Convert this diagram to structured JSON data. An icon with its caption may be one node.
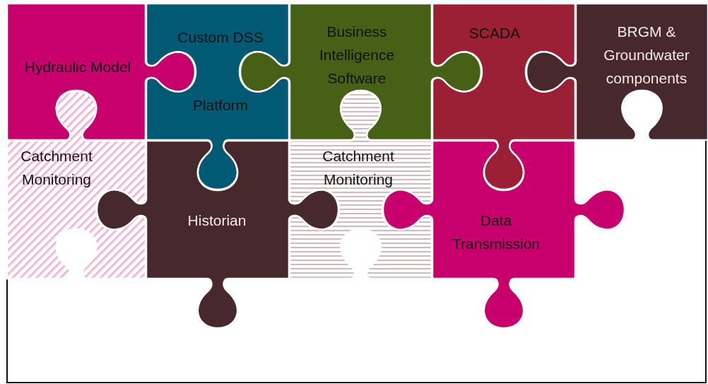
{
  "diagram": {
    "nodes": [
      {
        "text": [
          "Hydraulic Model"
        ]
      },
      {
        "text": [
          "Custom DSS Platform"
        ]
      },
      {
        "text": [
          "Business Intelligence Software"
        ]
      },
      {
        "text": [
          "SCADA"
        ]
      },
      {
        "text": [
          "BRGM & Groundwater components"
        ]
      },
      {
        "text": [
          "Catchment Monitoring"
        ]
      },
      {
        "text": [
          "Historian"
        ]
      },
      {
        "text": [
          "Catchment Monitoring"
        ]
      },
      {
        "text": [
          "Data Transmission"
        ]
      }
    ]
  }
}
